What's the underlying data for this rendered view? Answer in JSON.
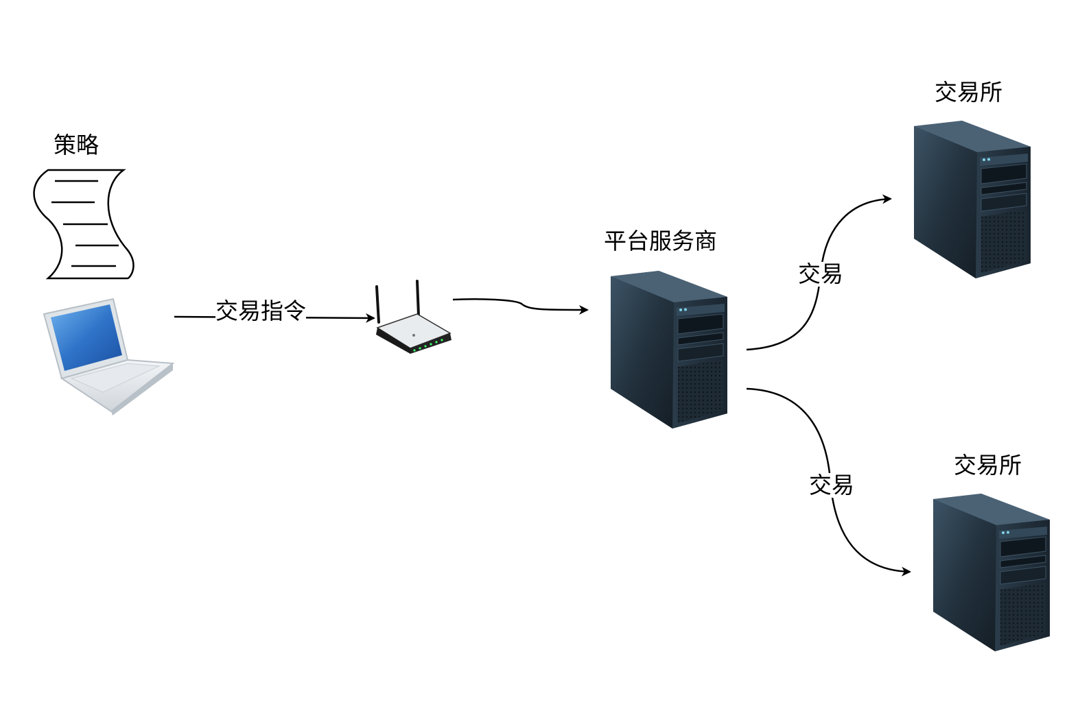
{
  "diagram": {
    "labels": {
      "strategy": "策略",
      "trade_command": "交易指令",
      "platform_provider": "平台服务商",
      "exchange_top": "交易所",
      "exchange_bottom": "交易所",
      "trade_top": "交易",
      "trade_bottom": "交易"
    },
    "nodes": [
      {
        "id": "strategy",
        "icon": "document-icon"
      },
      {
        "id": "laptop",
        "icon": "laptop-icon"
      },
      {
        "id": "router",
        "icon": "wireless-router-icon"
      },
      {
        "id": "platform",
        "icon": "server-tower-icon"
      },
      {
        "id": "exchange_top",
        "icon": "server-tower-icon"
      },
      {
        "id": "exchange_bottom",
        "icon": "server-tower-icon"
      }
    ],
    "edges": [
      {
        "from": "laptop",
        "to": "router",
        "label": "交易指令"
      },
      {
        "from": "router",
        "to": "platform",
        "label": ""
      },
      {
        "from": "platform",
        "to": "exchange_top",
        "label": "交易"
      },
      {
        "from": "platform",
        "to": "exchange_bottom",
        "label": "交易"
      }
    ],
    "colors": {
      "server_dark": "#1c2a36",
      "server_mid": "#2c3e4e",
      "server_light": "#4a6072",
      "laptop_screen": "#3a7fd0",
      "laptop_body": "#e8ecef",
      "edge": "#000000"
    }
  }
}
